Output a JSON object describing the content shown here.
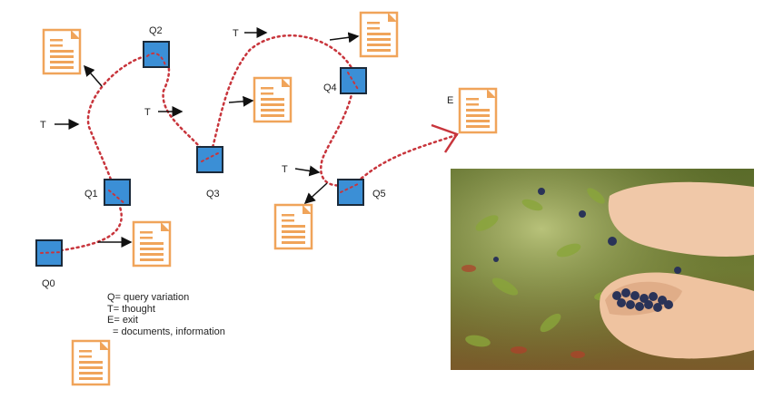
{
  "nodes": {
    "q0": "Q0",
    "q1": "Q1",
    "q2": "Q2",
    "q3": "Q3",
    "q4": "Q4",
    "q5": "Q5",
    "exit": "E",
    "thought": "T"
  },
  "legend": {
    "q": "Q= query variation",
    "t": "T= thought",
    "e": "E= exit",
    "doc": "= documents, information"
  },
  "colors": {
    "query_fill": "#3b8fd6",
    "query_stroke": "#1b2a3a",
    "path": "#c8353c",
    "document": "#f0a45a",
    "arrow": "#111111"
  },
  "photo": {
    "subject": "hands picking blueberries in a forest"
  }
}
